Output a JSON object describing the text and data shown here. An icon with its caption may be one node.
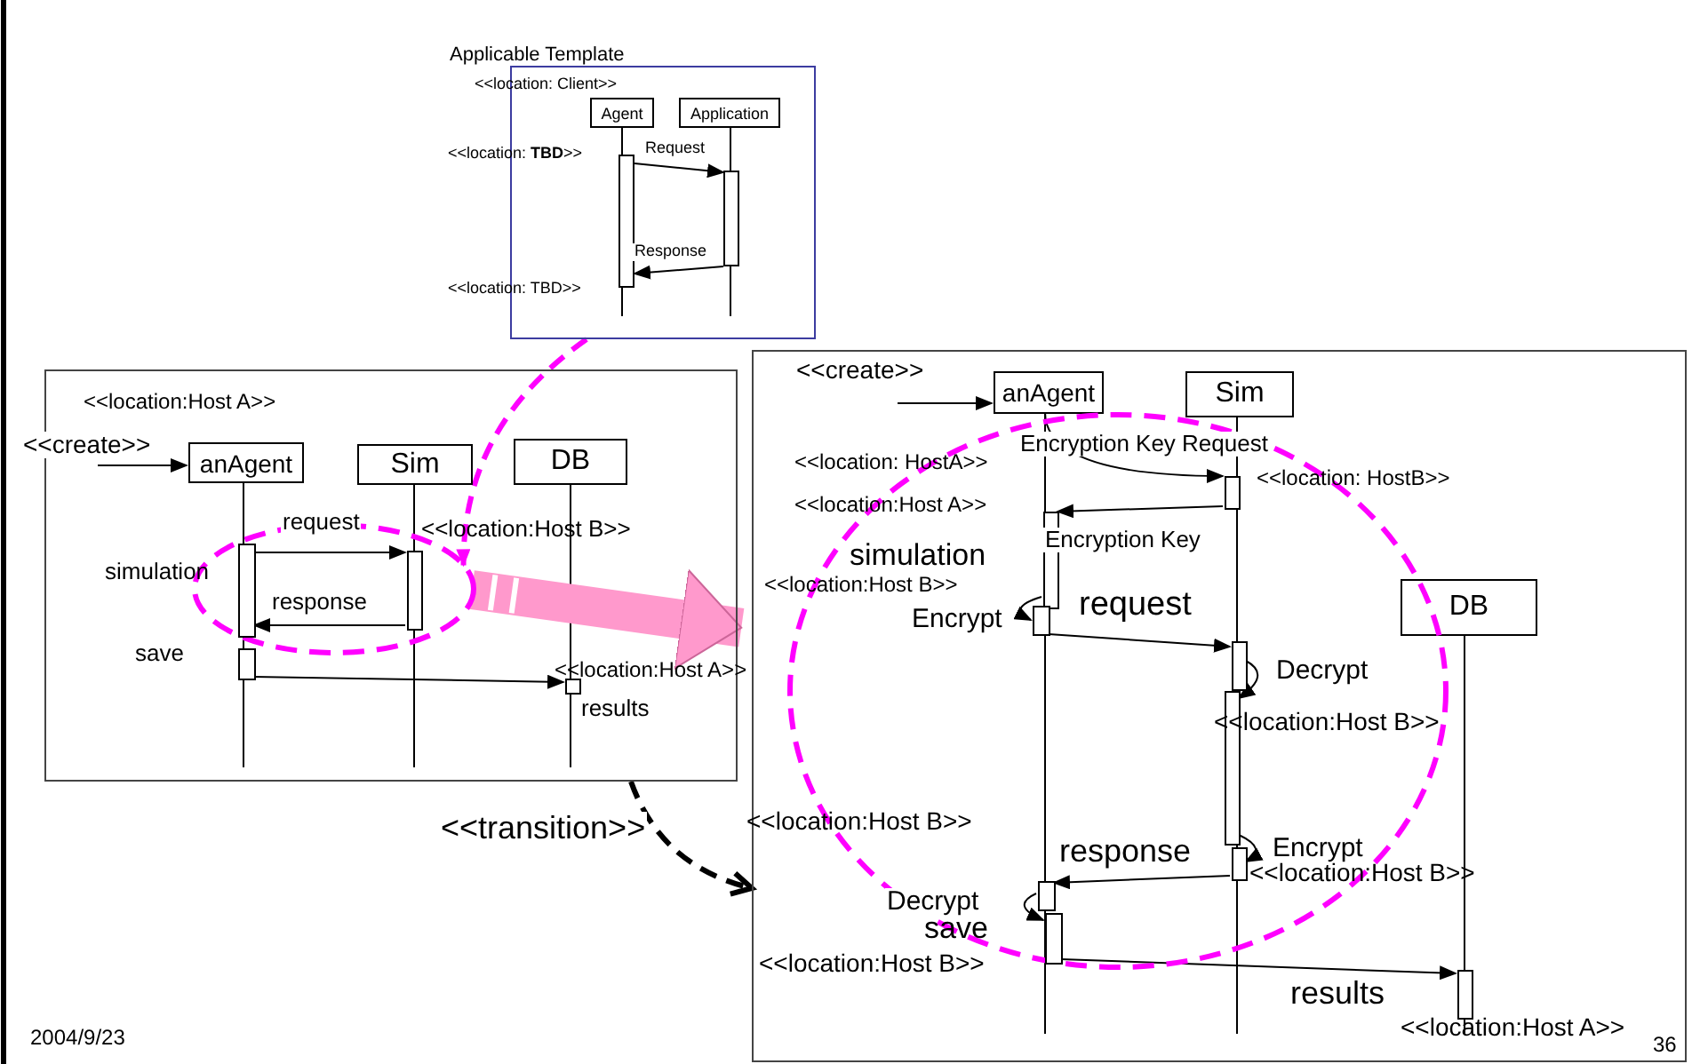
{
  "diagram": {
    "nodes": [
      {
        "text": [
          "Applicable Template"
        ]
      },
      {
        "text": [
          "Agent"
        ],
        "in": 0
      },
      {
        "text": [
          "Application"
        ],
        "in": 0
      },
      {
        "text": [],
        "shape": "bar",
        "in": 0
      },
      {
        "text": [],
        "shape": "bar",
        "in": 0
      },
      {
        "text": [],
        "shape": "box"
      },
      {
        "text": [
          "anAgent"
        ],
        "in": 5
      },
      {
        "text": [
          "Sim"
        ],
        "in": 5
      },
      {
        "text": [
          "DB"
        ],
        "in": 5
      },
      {
        "text": [],
        "shape": "ellipse",
        "in": 5
      },
      {
        "text": [],
        "shape": "bar",
        "in": 9
      },
      {
        "text": [],
        "shape": "bar",
        "in": 9
      },
      {
        "text": [],
        "shape": "bar",
        "in": 5
      },
      {
        "text": [],
        "shape": "bar",
        "in": 5,
        "beside": [
          "results"
        ]
      },
      {
        "text": [],
        "shape": "box"
      },
      {
        "text": [
          "anAgent"
        ],
        "in": 14
      },
      {
        "text": [
          "Sim"
        ],
        "in": 14
      },
      {
        "text": [
          "DB"
        ],
        "in": 14
      },
      {
        "text": [],
        "shape": "ellipse",
        "in": 14
      },
      {
        "text": [],
        "shape": "bar",
        "in": 18
      },
      {
        "text": [],
        "shape": "bar",
        "in": 18
      },
      {
        "text": [],
        "shape": "bar",
        "in": 18
      },
      {
        "text": [],
        "shape": "bar",
        "in": 18
      },
      {
        "text": [],
        "shape": "bar",
        "in": 18
      },
      {
        "text": [],
        "shape": "bar",
        "in": 18
      },
      {
        "text": [],
        "shape": "bar",
        "in": 18
      },
      {
        "text": [],
        "shape": "bar",
        "in": 18
      },
      {
        "text": [],
        "shape": "bar",
        "in": 14
      }
    ],
    "edges": [
      {
        "from": 3,
        "to": 4,
        "arrow": "to",
        "label": "Request"
      },
      {
        "from": 4,
        "to": 3,
        "arrow": "to",
        "label": "Response"
      },
      {
        "from": 0,
        "to": 9,
        "arrow": "to",
        "style": "dashed",
        "color": "#ff00ff"
      },
      {
        "from": null,
        "to": 6,
        "arrow": "to",
        "label": "<<create>>"
      },
      {
        "from": 10,
        "to": 11,
        "arrow": "to",
        "label": "request"
      },
      {
        "from": 11,
        "to": 10,
        "arrow": "to",
        "label": "response"
      },
      {
        "from": 12,
        "to": 13,
        "arrow": "to"
      },
      {
        "from": 9,
        "to": 18,
        "arrow": "to",
        "style": "thick",
        "color": "#ff99cc"
      },
      {
        "from": 5,
        "to": 14,
        "arrow": "to",
        "style": "dashed",
        "label": "<<transition>>"
      },
      {
        "from": null,
        "to": 15,
        "arrow": "to",
        "label": "<<create>>"
      },
      {
        "from": 15,
        "to": 19,
        "arrow": "to",
        "label": "Encryption Key Request"
      },
      {
        "from": 19,
        "to": 20,
        "arrow": "to",
        "label": "Encryption Key"
      },
      {
        "from": 20,
        "to": 21,
        "arrow": "to",
        "label": "Encrypt"
      },
      {
        "from": 21,
        "to": 22,
        "arrow": "to",
        "label": "request"
      },
      {
        "from": 22,
        "to": 23,
        "arrow": "to",
        "label": "Decrypt"
      },
      {
        "from": 23,
        "to": 24,
        "arrow": "to",
        "label": "Encrypt"
      },
      {
        "from": 24,
        "to": 25,
        "arrow": "to",
        "label": "response"
      },
      {
        "from": 25,
        "to": 26,
        "arrow": "to",
        "label": "Decrypt"
      },
      {
        "from": 26,
        "to": 27,
        "arrow": "to",
        "label": "results"
      }
    ],
    "labels": [
      "<<location: Client>>",
      "<<location: **TBD**>>",
      "<<location: TBD>>",
      "<<location:Host A>>",
      "<<location:Host B>>",
      "simulation",
      "save",
      "<<location:Host A>>",
      "<<location: HostA>>",
      "<<location: HostB>>",
      "<<location:Host A>>",
      "simulation",
      "<<location:Host B>>",
      "<<location:Host B>>",
      "<<location:Host B>>",
      "<<location:Host B>>",
      "save",
      "<<location:Host B>>",
      "<<location:Host A>>",
      "2004/9/23",
      "36"
    ]
  }
}
